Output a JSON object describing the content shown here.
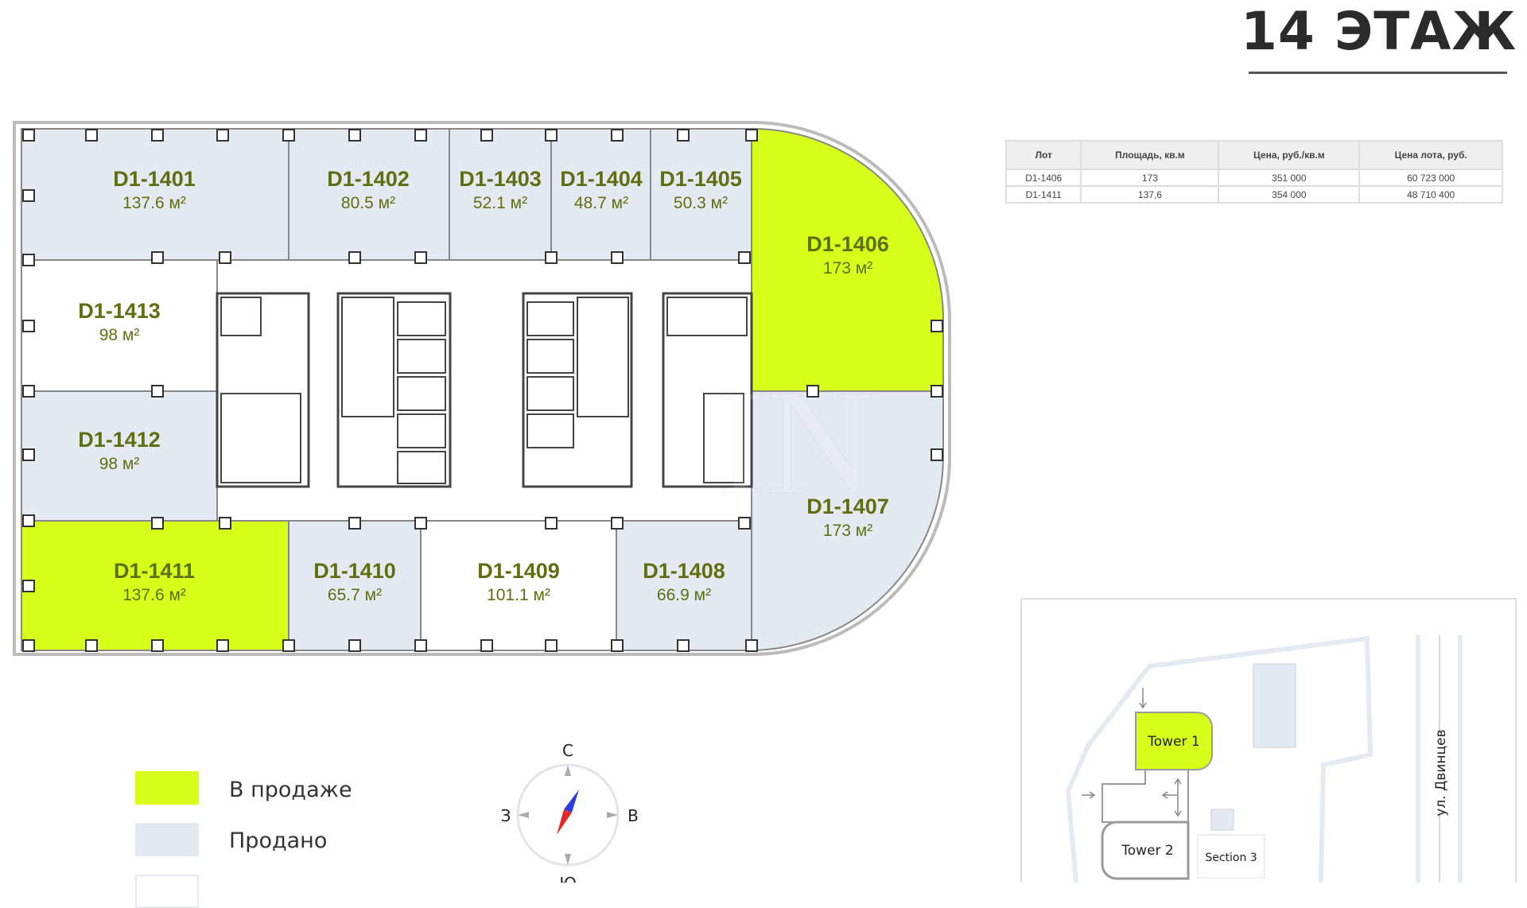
{
  "header": {
    "title": "14 ЭТАЖ"
  },
  "colors": {
    "for_sale": "#d6ff1c",
    "sold": "#e4eaf2",
    "free": "#ffffff",
    "label": "#5f6f10"
  },
  "price_table": {
    "headers": [
      "Лот",
      "Площадь, кв.м",
      "Цена, руб./кв.м",
      "Цена лота, руб."
    ],
    "rows": [
      [
        "D1-1406",
        "173",
        "351 000",
        "60 723 000"
      ],
      [
        "D1-1411",
        "137,6",
        "354 000",
        "48 710 400"
      ]
    ]
  },
  "units": [
    {
      "id": "D1-1401",
      "area": "137.6 м²",
      "status": "sold"
    },
    {
      "id": "D1-1402",
      "area": "80.5 м²",
      "status": "sold"
    },
    {
      "id": "D1-1403",
      "area": "52.1 м²",
      "status": "sold"
    },
    {
      "id": "D1-1404",
      "area": "48.7 м²",
      "status": "sold"
    },
    {
      "id": "D1-1405",
      "area": "50.3 м²",
      "status": "sold"
    },
    {
      "id": "D1-1406",
      "area": "173 м²",
      "status": "for_sale"
    },
    {
      "id": "D1-1407",
      "area": "173 м²",
      "status": "sold"
    },
    {
      "id": "D1-1408",
      "area": "66.9 м²",
      "status": "sold"
    },
    {
      "id": "D1-1409",
      "area": "101.1 м²",
      "status": "free"
    },
    {
      "id": "D1-1410",
      "area": "65.7 м²",
      "status": "sold"
    },
    {
      "id": "D1-1411",
      "area": "137.6 м²",
      "status": "for_sale"
    },
    {
      "id": "D1-1412",
      "area": "98 м²",
      "status": "sold"
    },
    {
      "id": "D1-1413",
      "area": "98 м²",
      "status": "free"
    }
  ],
  "legend": [
    {
      "label": "В продаже",
      "status": "for_sale"
    },
    {
      "label": "Продано",
      "status": "sold"
    }
  ],
  "compass": {
    "n": "С",
    "s": "Ю",
    "w": "З",
    "e": "В"
  },
  "site_plan": {
    "tower1": "Tower 1",
    "tower2": "Tower 2",
    "section3": "Section 3",
    "street": "ул. Двинцев"
  }
}
